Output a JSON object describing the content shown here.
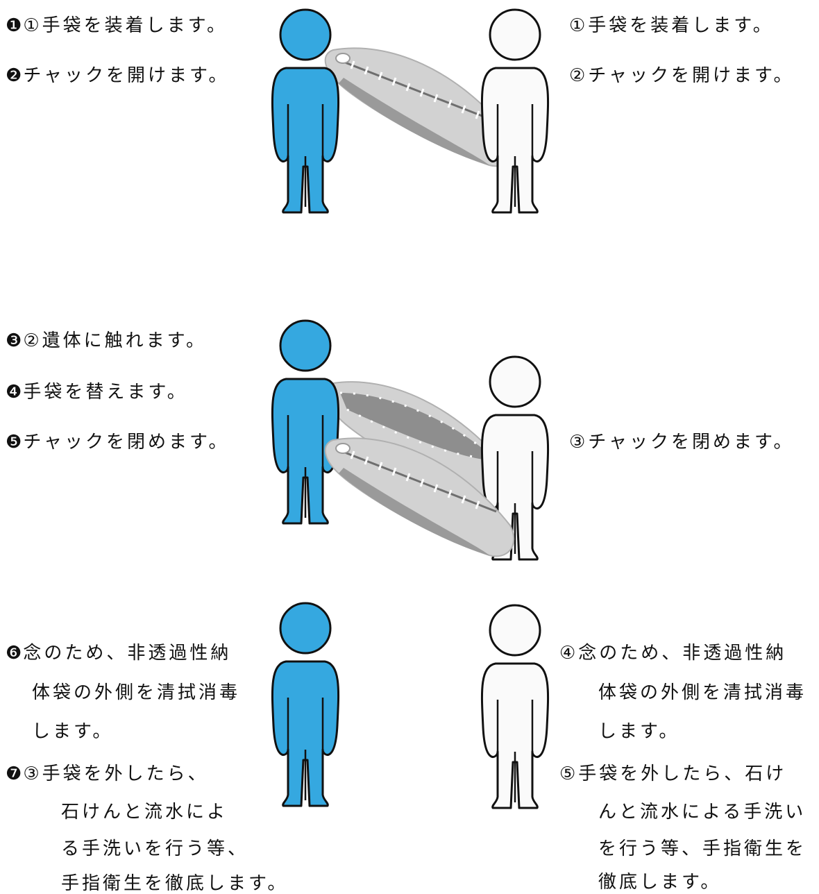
{
  "colors": {
    "blue_person": "#35A8E0",
    "white_person": "#FAFAFA",
    "outline": "#111111",
    "bag": "#CFCFCF",
    "bag_dark": "#8E8E8E"
  },
  "icons": [
    "person-blue-icon",
    "person-white-icon",
    "body-bag-icon"
  ],
  "row1": {
    "left": [
      {
        "marker": "❶",
        "text": "①手袋を装着します。"
      },
      {
        "marker": "❷",
        "text": "チャックを開けます。"
      }
    ],
    "right": [
      "①手袋を装着します。",
      "②チャックを開けます。"
    ]
  },
  "row2": {
    "left": [
      {
        "marker": "❸",
        "text": "②遺体に触れます。"
      },
      {
        "marker": "❹",
        "text": "手袋を替えます。"
      },
      {
        "marker": "❺",
        "text": "チャックを閉めます。"
      }
    ],
    "right": [
      "③チャックを閉めます。"
    ]
  },
  "row3": {
    "left": {
      "item6": {
        "marker": "❻",
        "line1": "念のため、非透過性納",
        "line2": "体袋の外側を清拭消毒",
        "line3": "します。"
      },
      "item7": {
        "marker": "❼",
        "line1": "③手袋を外したら、",
        "line2": "石けんと流水によ",
        "line3": "る手洗いを行う等、",
        "line4": "手指衛生を徹底します。"
      }
    },
    "right": {
      "item4": {
        "line1": "④念のため、非透過性納",
        "line2": "体袋の外側を清拭消毒",
        "line3": "します。"
      },
      "item5": {
        "line1": "⑤手袋を外したら、石け",
        "line2": "んと流水による手洗い",
        "line3": "を行う等、手指衛生を",
        "line4": "徹底します。"
      }
    }
  }
}
